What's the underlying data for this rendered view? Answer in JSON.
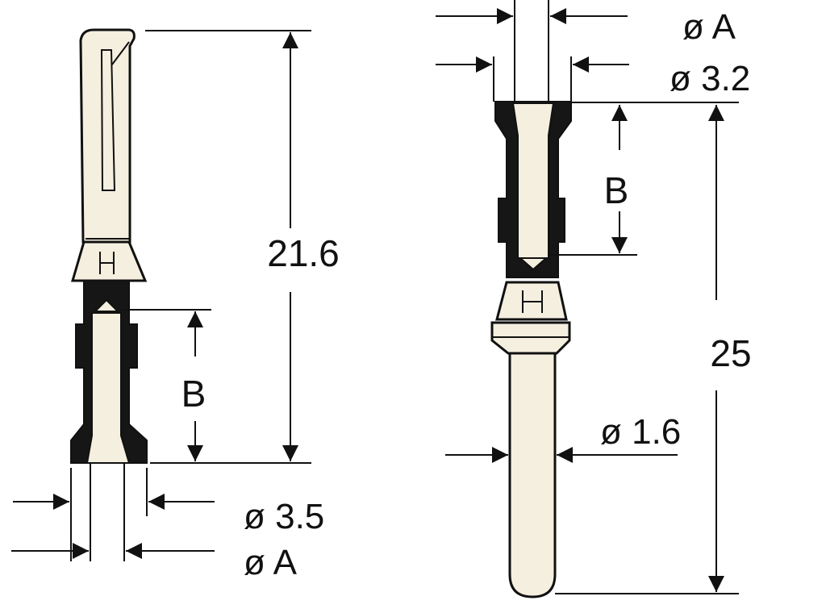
{
  "female_contact": {
    "length_label": "21.6",
    "bore_label": "B",
    "outer_diameter_label": "ø 3.5",
    "wire_diameter_label": "ø A"
  },
  "male_contact": {
    "wire_diameter_label": "ø A",
    "outer_diameter_label": "ø 3.2",
    "bore_label": "B",
    "length_label": "25",
    "pin_diameter_label": "ø 1.6"
  },
  "colors": {
    "metal": "#f4efdf",
    "insulation": "#161616",
    "line": "#111111"
  }
}
